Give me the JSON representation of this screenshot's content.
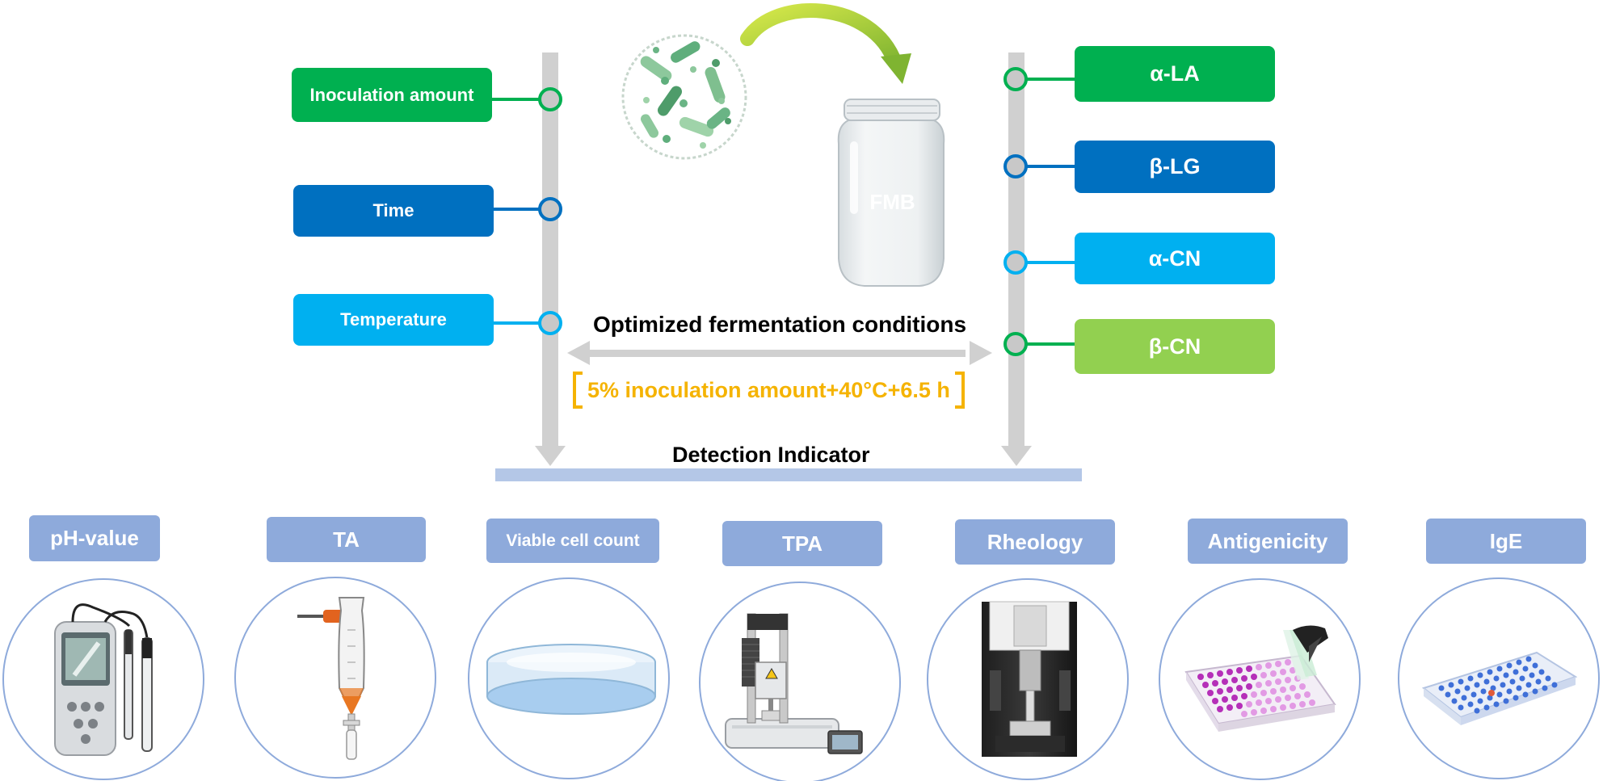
{
  "factors": [
    {
      "label": "Inoculation amount",
      "color": "#00b050"
    },
    {
      "label": "Time",
      "color": "#0070c0"
    },
    {
      "label": "Temperature",
      "color": "#00b0f0"
    }
  ],
  "proteins": [
    {
      "label": "α-LA",
      "color": "#00b050"
    },
    {
      "label": "β-LG",
      "color": "#0070c0"
    },
    {
      "label": "α-CN",
      "color": "#00b0f0"
    },
    {
      "label": "β-CN",
      "color": "#92d050"
    }
  ],
  "product": {
    "label": "FMB",
    "color": "#92d050"
  },
  "center": {
    "title": "Optimized fermentation conditions",
    "conditions": "5% inoculation amount+40°C+6.5 h",
    "conditions_color": "#f5b301"
  },
  "detection": {
    "title": "Detection Indicator",
    "bar_color": "#b4c7e7"
  },
  "indicators": [
    {
      "label": "pH-value",
      "icon": "ph-meter-icon"
    },
    {
      "label": "TA",
      "icon": "burette-icon"
    },
    {
      "label": "Viable cell count",
      "icon": "petri-dish-icon"
    },
    {
      "label": "TPA",
      "icon": "texture-analyzer-icon"
    },
    {
      "label": "Rheology",
      "icon": "rheometer-icon"
    },
    {
      "label": "Antigenicity",
      "icon": "elisa-plate-icon"
    },
    {
      "label": "IgE",
      "icon": "microplate-icon"
    }
  ],
  "colors": {
    "axis": "#d0d0d0",
    "indicator_box": "#8eaadb",
    "circle_border": "#8eaadb"
  }
}
